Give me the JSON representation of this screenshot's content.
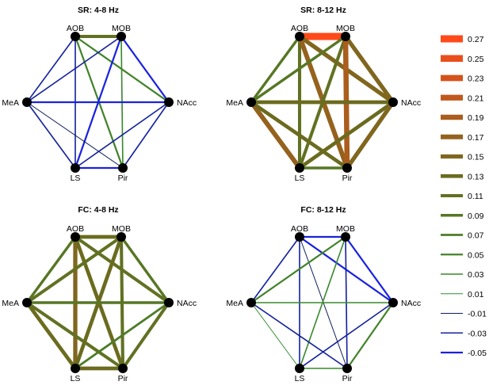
{
  "nodes": [
    "AOB",
    "MOB",
    "MeA",
    "NAcc",
    "LS",
    "Pir"
  ],
  "panels": [
    {
      "title": "SR: 4-8 Hz",
      "edges": [
        {
          "from": "AOB",
          "to": "MOB",
          "value": 0.11
        },
        {
          "from": "AOB",
          "to": "MeA",
          "value": -0.03
        },
        {
          "from": "AOB",
          "to": "NAcc",
          "value": 0.05
        },
        {
          "from": "AOB",
          "to": "LS",
          "value": -0.03
        },
        {
          "from": "AOB",
          "to": "Pir",
          "value": 0.05
        },
        {
          "from": "MOB",
          "to": "MeA",
          "value": -0.03
        },
        {
          "from": "MOB",
          "to": "NAcc",
          "value": -0.05
        },
        {
          "from": "MOB",
          "to": "LS",
          "value": -0.05
        },
        {
          "from": "MOB",
          "to": "Pir",
          "value": 0.03
        },
        {
          "from": "MeA",
          "to": "NAcc",
          "value": -0.05
        },
        {
          "from": "MeA",
          "to": "LS",
          "value": -0.03
        },
        {
          "from": "MeA",
          "to": "Pir",
          "value": -0.01
        },
        {
          "from": "NAcc",
          "to": "LS",
          "value": -0.03
        },
        {
          "from": "NAcc",
          "to": "Pir",
          "value": -0.03
        },
        {
          "from": "LS",
          "to": "Pir",
          "value": -0.05
        }
      ]
    },
    {
      "title": "SR: 8-12 Hz",
      "edges": [
        {
          "from": "AOB",
          "to": "MOB",
          "value": 0.27
        },
        {
          "from": "AOB",
          "to": "MeA",
          "value": 0.09
        },
        {
          "from": "AOB",
          "to": "NAcc",
          "value": 0.15
        },
        {
          "from": "AOB",
          "to": "LS",
          "value": 0.11
        },
        {
          "from": "AOB",
          "to": "Pir",
          "value": 0.17
        },
        {
          "from": "MOB",
          "to": "MeA",
          "value": 0.09
        },
        {
          "from": "MOB",
          "to": "NAcc",
          "value": 0.15
        },
        {
          "from": "MOB",
          "to": "LS",
          "value": 0.11
        },
        {
          "from": "MOB",
          "to": "Pir",
          "value": 0.19
        },
        {
          "from": "MeA",
          "to": "NAcc",
          "value": 0.13
        },
        {
          "from": "MeA",
          "to": "LS",
          "value": 0.17
        },
        {
          "from": "MeA",
          "to": "Pir",
          "value": 0.13
        },
        {
          "from": "NAcc",
          "to": "LS",
          "value": 0.13
        },
        {
          "from": "NAcc",
          "to": "Pir",
          "value": 0.15
        },
        {
          "from": "LS",
          "to": "Pir",
          "value": 0.09
        }
      ]
    },
    {
      "title": "FC: 4-8 Hz",
      "edges": [
        {
          "from": "AOB",
          "to": "MOB",
          "value": 0.13
        },
        {
          "from": "AOB",
          "to": "MeA",
          "value": 0.09
        },
        {
          "from": "AOB",
          "to": "NAcc",
          "value": 0.11
        },
        {
          "from": "AOB",
          "to": "LS",
          "value": 0.15
        },
        {
          "from": "AOB",
          "to": "Pir",
          "value": 0.13
        },
        {
          "from": "MOB",
          "to": "MeA",
          "value": 0.11
        },
        {
          "from": "MOB",
          "to": "NAcc",
          "value": 0.09
        },
        {
          "from": "MOB",
          "to": "LS",
          "value": 0.13
        },
        {
          "from": "MOB",
          "to": "Pir",
          "value": 0.11
        },
        {
          "from": "MeA",
          "to": "NAcc",
          "value": 0.09
        },
        {
          "from": "MeA",
          "to": "LS",
          "value": 0.13
        },
        {
          "from": "MeA",
          "to": "Pir",
          "value": 0.11
        },
        {
          "from": "NAcc",
          "to": "LS",
          "value": 0.07
        },
        {
          "from": "NAcc",
          "to": "Pir",
          "value": 0.11
        },
        {
          "from": "LS",
          "to": "Pir",
          "value": 0.13
        }
      ]
    },
    {
      "title": "FC: 8-12 Hz",
      "edges": [
        {
          "from": "AOB",
          "to": "MOB",
          "value": -0.05
        },
        {
          "from": "AOB",
          "to": "MeA",
          "value": -0.03
        },
        {
          "from": "AOB",
          "to": "NAcc",
          "value": -0.05
        },
        {
          "from": "AOB",
          "to": "LS",
          "value": -0.03
        },
        {
          "from": "AOB",
          "to": "Pir",
          "value": -0.01
        },
        {
          "from": "MOB",
          "to": "MeA",
          "value": 0.05
        },
        {
          "from": "MOB",
          "to": "NAcc",
          "value": -0.05
        },
        {
          "from": "MOB",
          "to": "LS",
          "value": 0.03
        },
        {
          "from": "MOB",
          "to": "Pir",
          "value": -0.03
        },
        {
          "from": "MeA",
          "to": "NAcc",
          "value": 0.03
        },
        {
          "from": "MeA",
          "to": "LS",
          "value": 0.01
        },
        {
          "from": "MeA",
          "to": "Pir",
          "value": -0.03
        },
        {
          "from": "NAcc",
          "to": "LS",
          "value": -0.03
        },
        {
          "from": "NAcc",
          "to": "Pir",
          "value": 0.05
        },
        {
          "from": "LS",
          "to": "Pir",
          "value": 0.03
        }
      ]
    }
  ],
  "legend": {
    "values": [
      0.27,
      0.25,
      0.23,
      0.21,
      0.19,
      0.17,
      0.15,
      0.13,
      0.11,
      0.09,
      0.07,
      0.05,
      0.03,
      0.01,
      -0.01,
      -0.03,
      -0.05
    ],
    "labels": [
      "0.27",
      "0.25",
      "0.23",
      "0.21",
      "0.19",
      "0.17",
      "0.15",
      "0.13",
      "0.11",
      "0.09",
      "0.07",
      "0.05",
      "0.03",
      "0.01",
      "-0.01",
      "-0.03",
      "-0.05"
    ]
  },
  "colors": {
    "positive_low": "#2f8f2f",
    "positive_mid": "#6b6b1f",
    "positive_high": "#ff4a1a",
    "neutral": "#000000",
    "negative_low": "#0d1f5c",
    "negative_high": "#1a22e0",
    "node": "#000000"
  }
}
